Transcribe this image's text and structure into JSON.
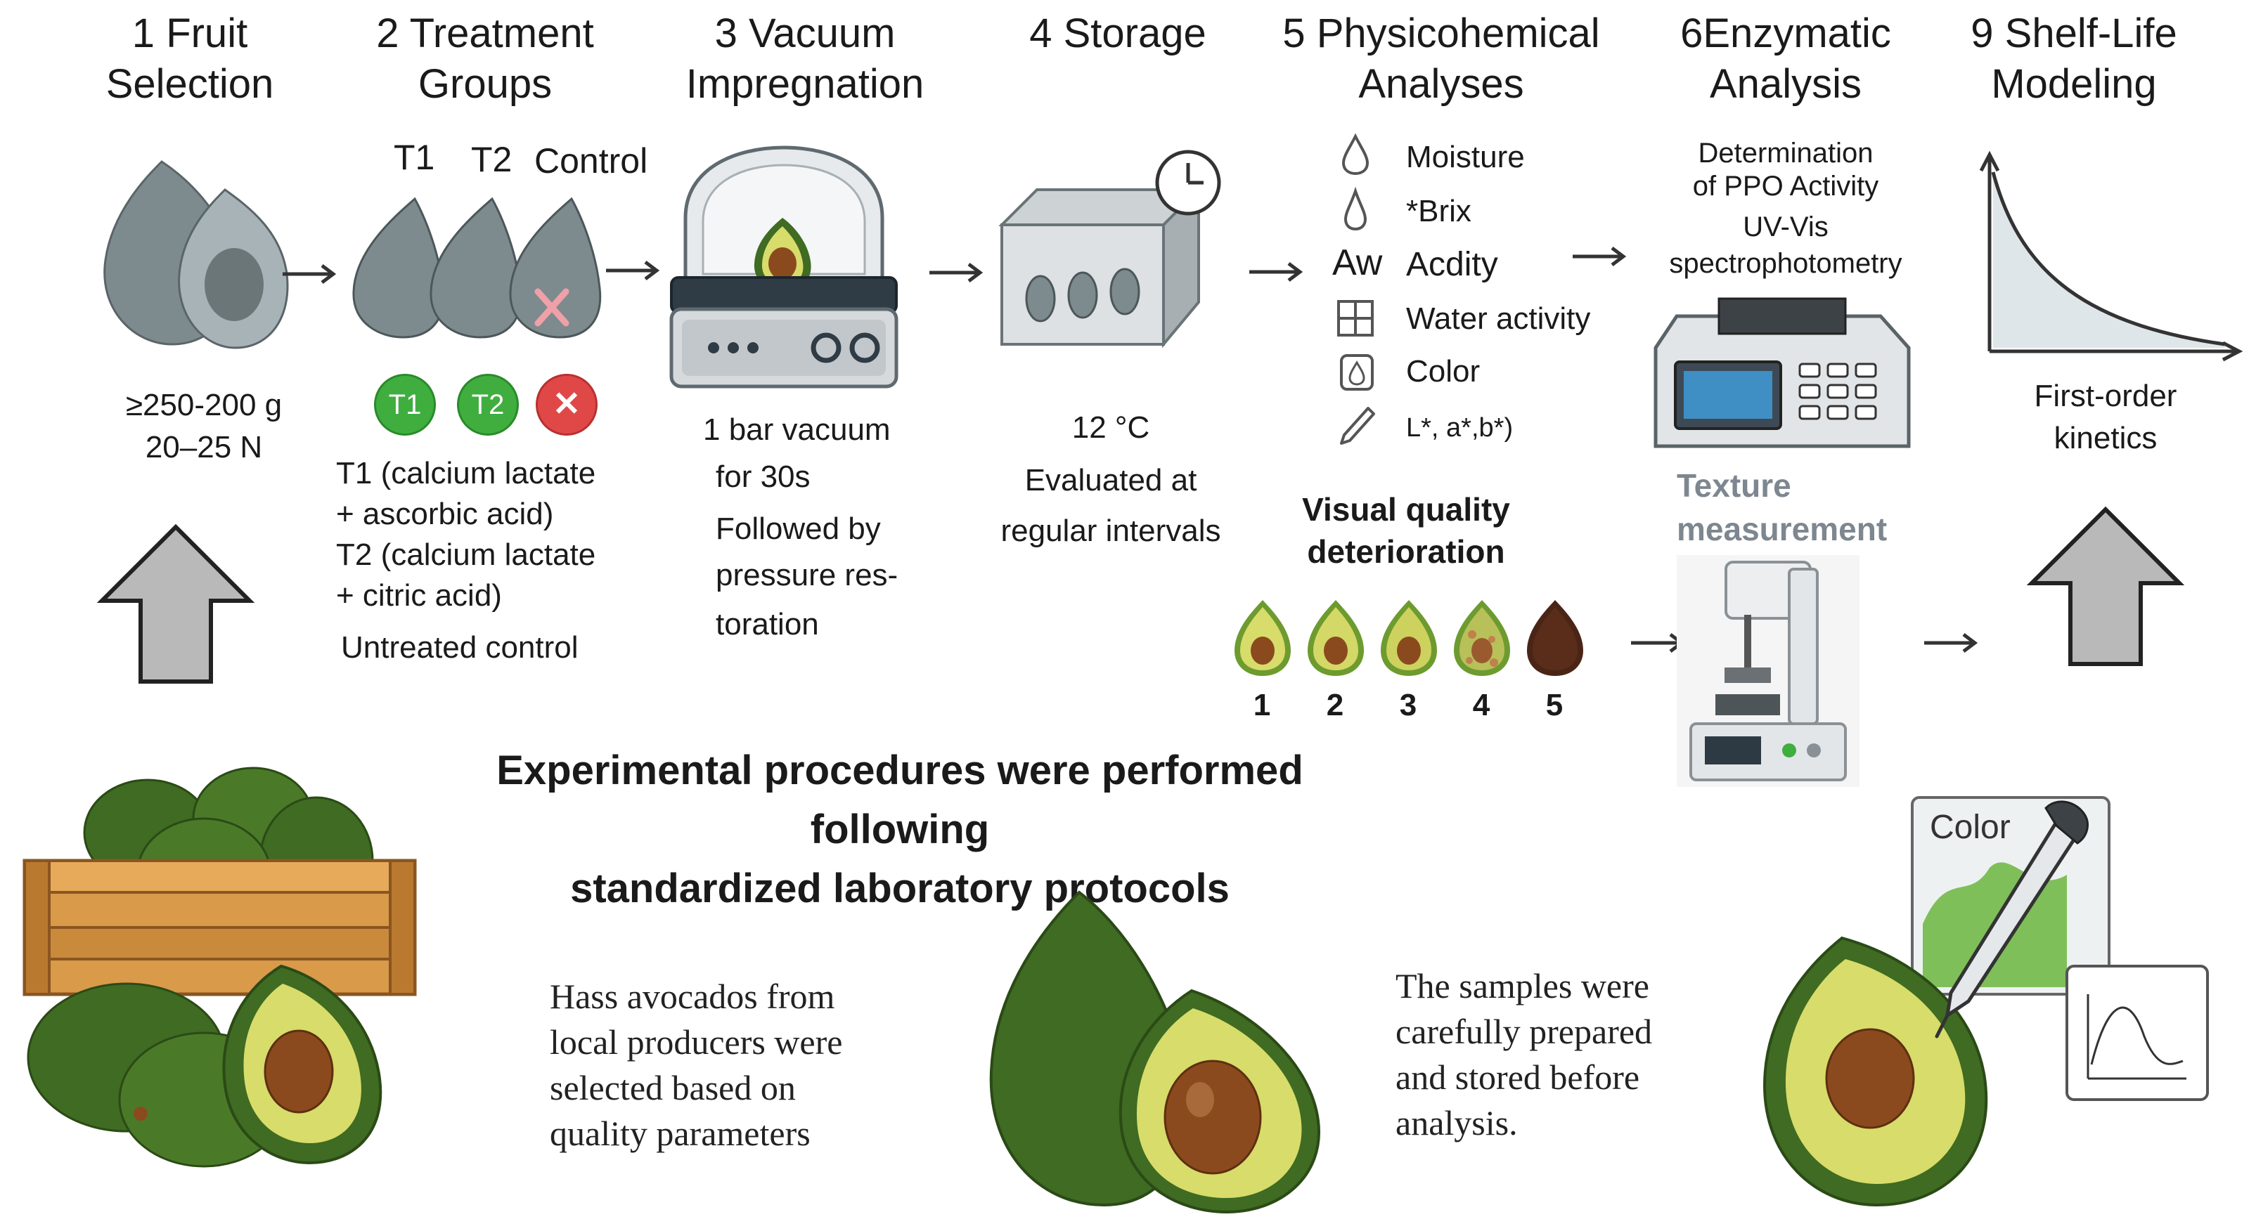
{
  "steps": [
    {
      "num": "1",
      "title": "Fruit",
      "title2": "Selection"
    },
    {
      "num": "2",
      "title": "Treatment",
      "title2": "Groups"
    },
    {
      "num": "3",
      "title": "Vacuum",
      "title2": "Impregnation"
    },
    {
      "num": "4",
      "title": "Storage",
      "title2": ""
    },
    {
      "num": "5",
      "title": "Physicohemical",
      "title2": "Analyses"
    },
    {
      "num": "6",
      "title": "Enzymatic",
      "title2": "Analysis"
    },
    {
      "num": "9",
      "title": "Shelf-Life",
      "title2": "Modeling"
    }
  ],
  "selection": {
    "weight": "≥250-200 g",
    "firmness": "20–25 N"
  },
  "treatment": {
    "fruit_labels": {
      "t1": "T1",
      "t2": "T2",
      "control": "Control"
    },
    "badges": {
      "t1": "T1",
      "t2": "T2",
      "control": "✕"
    },
    "desc": [
      "T1 (calcium lactate",
      "+ ascorbic acid)",
      "T2 (calcium lactate",
      "+ citric acid)",
      "Untreated control"
    ]
  },
  "vacuum": {
    "desc": [
      "1 bar vacuum",
      "for 30s",
      "Followed by",
      "pressure res-",
      "toration"
    ]
  },
  "storage": {
    "temp": "12 °C",
    "desc": [
      "Evaluated at",
      "regular intervals"
    ]
  },
  "analyses": {
    "items": [
      {
        "icon": "droplet-icon",
        "label": "Moisture"
      },
      {
        "icon": "droplet-icon",
        "label": "*Brix"
      },
      {
        "icon": "aw-icon",
        "prefix": "Aw",
        "label": "Acdity"
      },
      {
        "icon": "grid-icon",
        "label": "Water activity"
      },
      {
        "icon": "color-icon",
        "label": "Color"
      },
      {
        "icon": "probe-icon",
        "label": "L*, a*,b*)"
      }
    ]
  },
  "enzymatic": {
    "desc": [
      "Determination",
      "of PPO Activity",
      "UV-Vis",
      "spectrophotometry"
    ]
  },
  "texture": {
    "label": [
      "Texture",
      "measurement"
    ]
  },
  "visual": {
    "title": [
      "Visual quality",
      "deterioration"
    ],
    "stages": [
      "1",
      "2",
      "3",
      "4",
      "5"
    ]
  },
  "shelf": {
    "desc": [
      "First-order",
      "kinetics"
    ]
  },
  "caption": [
    "Experimental procedures were performed following",
    "standardized laboratory protocols"
  ],
  "notes": {
    "left": [
      "Hass avocados from",
      "local producers were",
      "selected based on",
      "quality parameters"
    ],
    "right": [
      "The samples were",
      "carefully prepared",
      "and stored before",
      "analysis."
    ],
    "color_card": "Color"
  },
  "colors": {
    "fruit_gray": "#7d8a8e",
    "avocado_dark": "#3f6b22",
    "avocado_flesh": "#d8dc6a",
    "pit": "#8b4a1e",
    "green_badge": "#3fae3f",
    "red_badge": "#e04848"
  }
}
